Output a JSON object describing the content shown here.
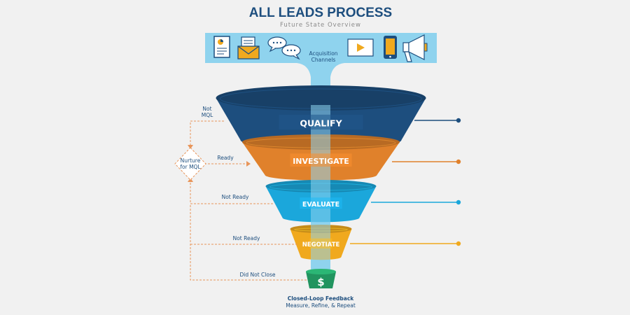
{
  "title": "ALL LEADS PROCESS",
  "subtitle": "Future State Overview",
  "channels_label_line1": "Acquisition",
  "channels_label_line2": "Channels",
  "channel_icons": [
    "report-document-icon",
    "email-envelope-icon",
    "chat-bubbles-icon",
    "video-play-icon",
    "mobile-phone-icon",
    "megaphone-icon"
  ],
  "stages": [
    {
      "label": "QUALIFY",
      "color": "#1d4e7e"
    },
    {
      "label": "INVESTIGATE",
      "color": "#e0812b"
    },
    {
      "label": "EVALUATE",
      "color": "#1ba7db"
    },
    {
      "label": "NEGOTIATE",
      "color": "#f0a91e"
    }
  ],
  "close_symbol": "$",
  "close_color": "#21945f",
  "nurture_line1": "Nurture",
  "nurture_line2": "for MQL",
  "not_mql_line1": "Not",
  "not_mql_line2": "MQL",
  "ready_label": "Ready",
  "not_ready_label_1": "Not Ready",
  "not_ready_label_2": "Not Ready",
  "did_not_close_label": "Did Not Close",
  "footer_title": "Closed-Loop Feedback",
  "footer_subtitle": "Measure, Refine, & Repeat",
  "colors": {
    "navy": "#1d4e7e",
    "orange": "#e0812b",
    "blue": "#1ba7db",
    "yellow": "#f0a91e",
    "green": "#21945f",
    "light_blue": "#8fd3ee",
    "dashed_orange": "#e8955a"
  }
}
